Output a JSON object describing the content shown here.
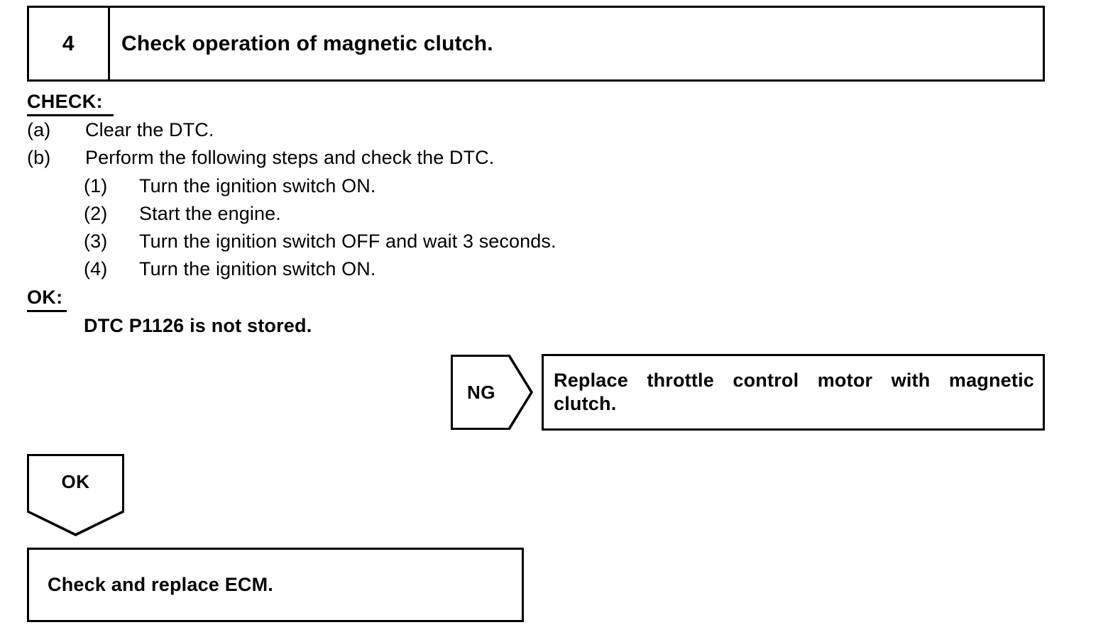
{
  "step": {
    "number": "4",
    "title": "Check operation of magnetic clutch."
  },
  "check": {
    "heading": "CHECK:",
    "items": [
      {
        "marker": "(a)",
        "text": "Clear the DTC."
      },
      {
        "marker": "(b)",
        "text": "Perform the following steps and check the DTC."
      }
    ],
    "substeps": [
      {
        "marker": "(1)",
        "text": "Turn the ignition switch ON."
      },
      {
        "marker": "(2)",
        "text": "Start the engine."
      },
      {
        "marker": "(3)",
        "text": "Turn the ignition switch OFF and wait 3 seconds."
      },
      {
        "marker": "(4)",
        "text": "Turn the ignition switch ON."
      }
    ]
  },
  "ok": {
    "heading": "OK:",
    "condition": "DTC P1126 is not stored."
  },
  "flow": {
    "ng_arrow_label": "NG",
    "ng_result": "Replace throttle control motor with magnetic clutch.",
    "ok_arrow_label": "OK",
    "ok_result": "Check and replace ECM."
  },
  "colors": {
    "ink": "#000000",
    "page": "#ffffff"
  }
}
